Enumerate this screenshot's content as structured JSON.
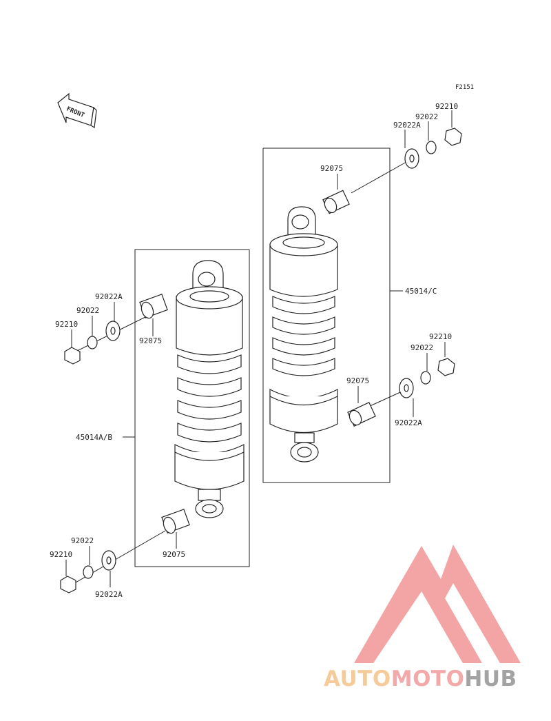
{
  "diagram": {
    "ref_code": "F2151",
    "front_arrow_label": "FRONT",
    "left_assembly": {
      "assembly_label": "45014A/B",
      "top": {
        "washer_a": "92022A",
        "washer": "92022",
        "nut": "92210",
        "bushing": "92075"
      },
      "bottom": {
        "washer": "92022",
        "nut": "92210",
        "washer_a": "92022A",
        "bushing": "92075"
      }
    },
    "right_assembly": {
      "assembly_label": "45014/C",
      "top": {
        "nut": "92210",
        "washer": "92022",
        "washer_a": "92022A",
        "bushing": "92075"
      },
      "bottom": {
        "nut": "92210",
        "washer": "92022",
        "washer_a": "92022A",
        "bushing": "92075"
      }
    }
  },
  "watermark": {
    "word_1": "AUTO",
    "word_2": "MOTO",
    "word_3": "HUB",
    "colors": {
      "auto": "#f6c690",
      "moto": "#f2a0a0",
      "hub": "#9a9a9a",
      "mark": "#f29b9b"
    }
  }
}
